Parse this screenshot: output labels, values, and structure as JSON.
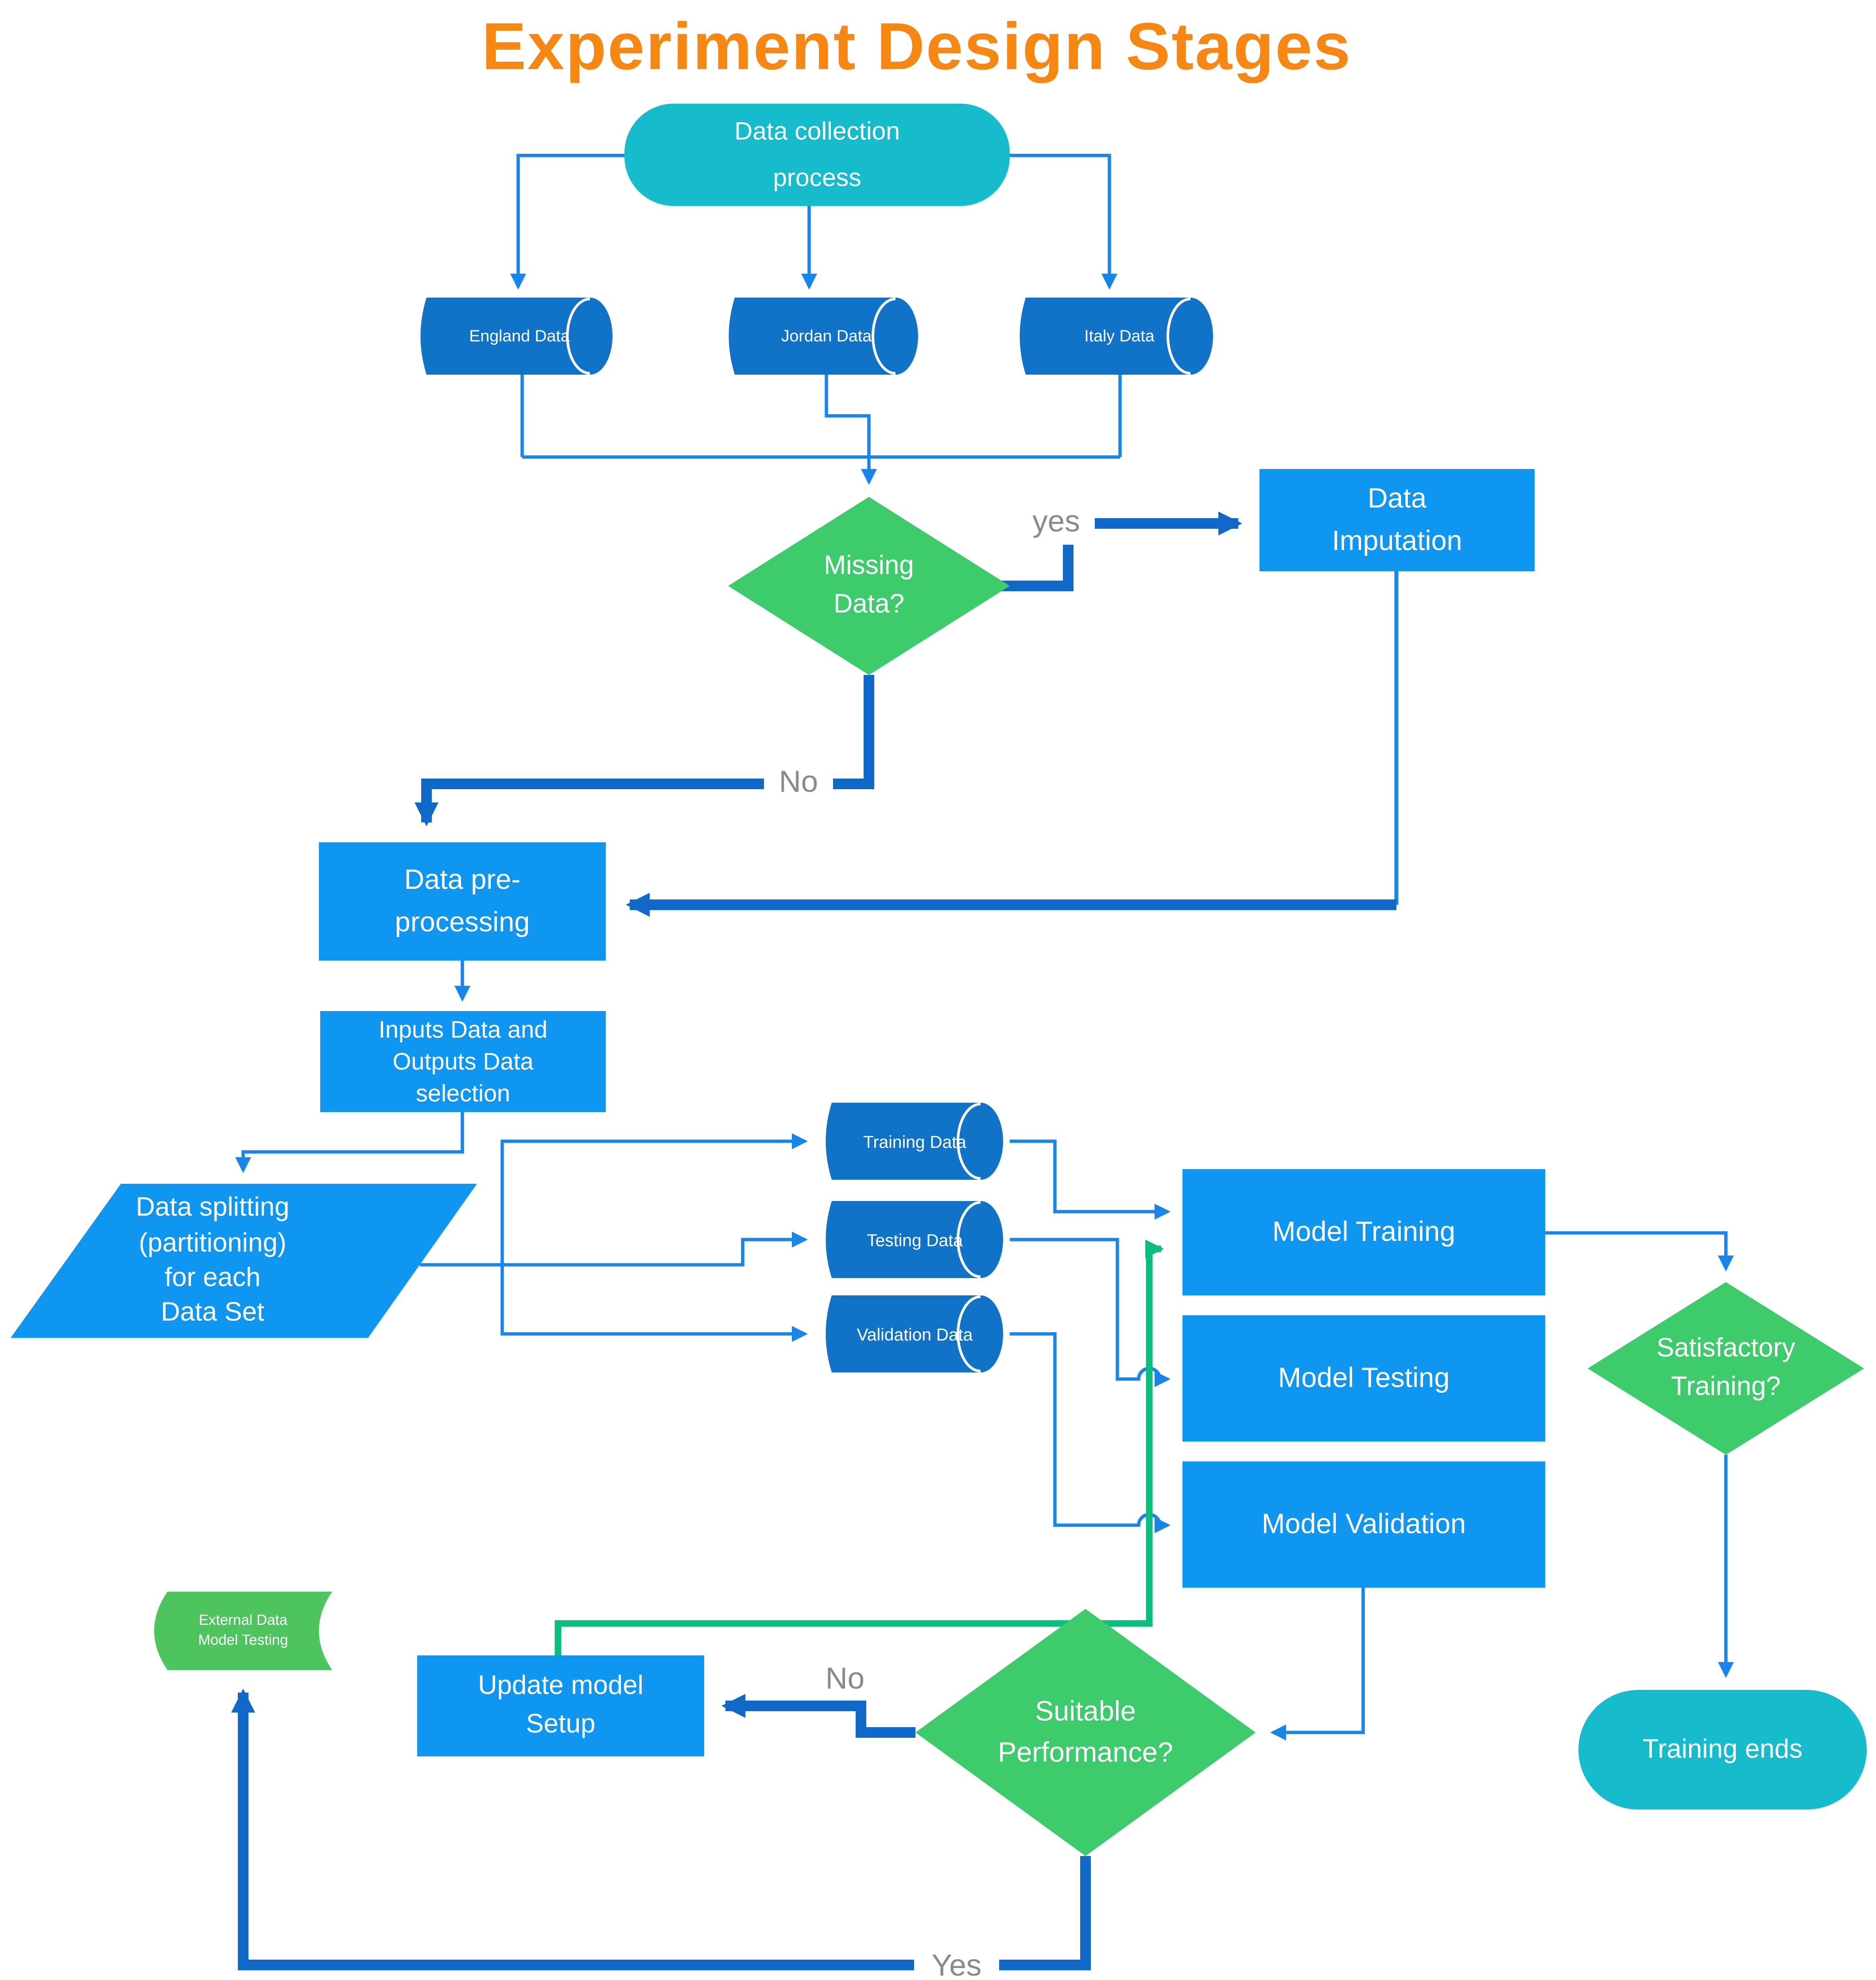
{
  "title": "Experiment Design Stages",
  "colors": {
    "title_orange": "#F68712",
    "terminator_teal": "#16BCCB",
    "process_blue": "#0E96F0",
    "cylinder_blue": "#1173C7",
    "decision_green": "#3ECB6B",
    "stored_data_green": "#4EC45F",
    "connector_thin_blue": "#1886E8",
    "connector_thick_blue": "#1069C8",
    "connector_green": "#0CBE7D",
    "edge_label_gray": "#8A8A8A"
  },
  "nodes": {
    "data_collection": {
      "lines": [
        "Data collection",
        "process"
      ]
    },
    "england": {
      "lines": [
        "England Data"
      ]
    },
    "jordan": {
      "lines": [
        "Jordan Data"
      ]
    },
    "italy": {
      "lines": [
        "Italy Data"
      ]
    },
    "missing": {
      "lines": [
        "Missing",
        "Data?"
      ]
    },
    "imputation": {
      "lines": [
        "Data",
        "Imputation"
      ]
    },
    "preprocess": {
      "lines": [
        "Data pre-",
        "processing"
      ]
    },
    "selection": {
      "lines": [
        "Inputs Data and",
        "Outputs Data",
        "selection"
      ]
    },
    "splitting": {
      "lines": [
        "Data splitting",
        "(partitioning)",
        "for each",
        "Data Set"
      ]
    },
    "training_data": {
      "lines": [
        "Training Data"
      ]
    },
    "testing_data": {
      "lines": [
        "Testing Data"
      ]
    },
    "validation_data": {
      "lines": [
        "Validation Data"
      ]
    },
    "model_training": {
      "lines": [
        "Model Training"
      ]
    },
    "model_testing": {
      "lines": [
        "Model Testing"
      ]
    },
    "model_validation": {
      "lines": [
        "Model Validation"
      ]
    },
    "satisfactory": {
      "lines": [
        "Satisfactory",
        "Training?"
      ]
    },
    "training_ends": {
      "lines": [
        "Training ends"
      ]
    },
    "suitable": {
      "lines": [
        "Suitable",
        "Performance?"
      ]
    },
    "update_model": {
      "lines": [
        "Update model",
        "Setup"
      ]
    },
    "external": {
      "lines": [
        "External Data",
        "Model Testing"
      ]
    }
  },
  "edge_labels": {
    "yes_imputation": "yes",
    "no_preprocess": "No",
    "no_update": "No",
    "yes_loop": "Yes"
  }
}
